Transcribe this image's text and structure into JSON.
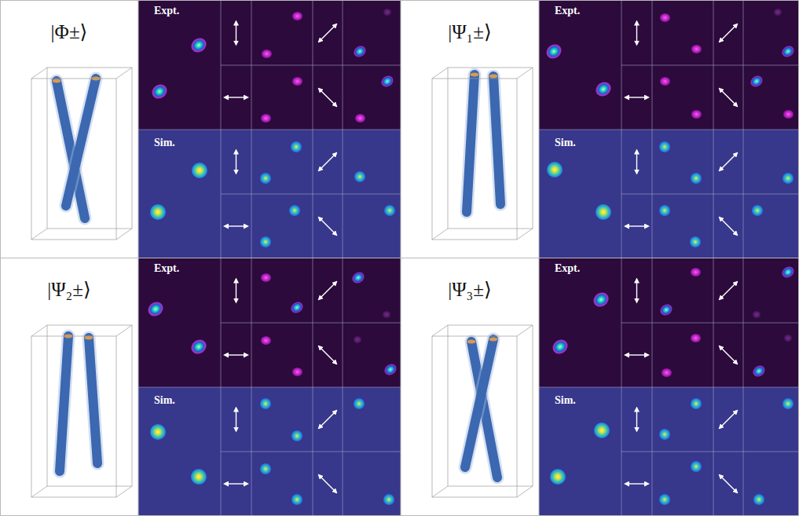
{
  "diagram": {
    "labels": [
      "|Φ±⟩",
      "Expt.",
      "Sim.",
      "|Ψ₁±⟩",
      "Expt.",
      "Sim.",
      "|Ψ₂±⟩",
      "Expt.",
      "Sim.",
      "|Ψ₃±⟩",
      "Expt.",
      "Sim."
    ]
  }
}
